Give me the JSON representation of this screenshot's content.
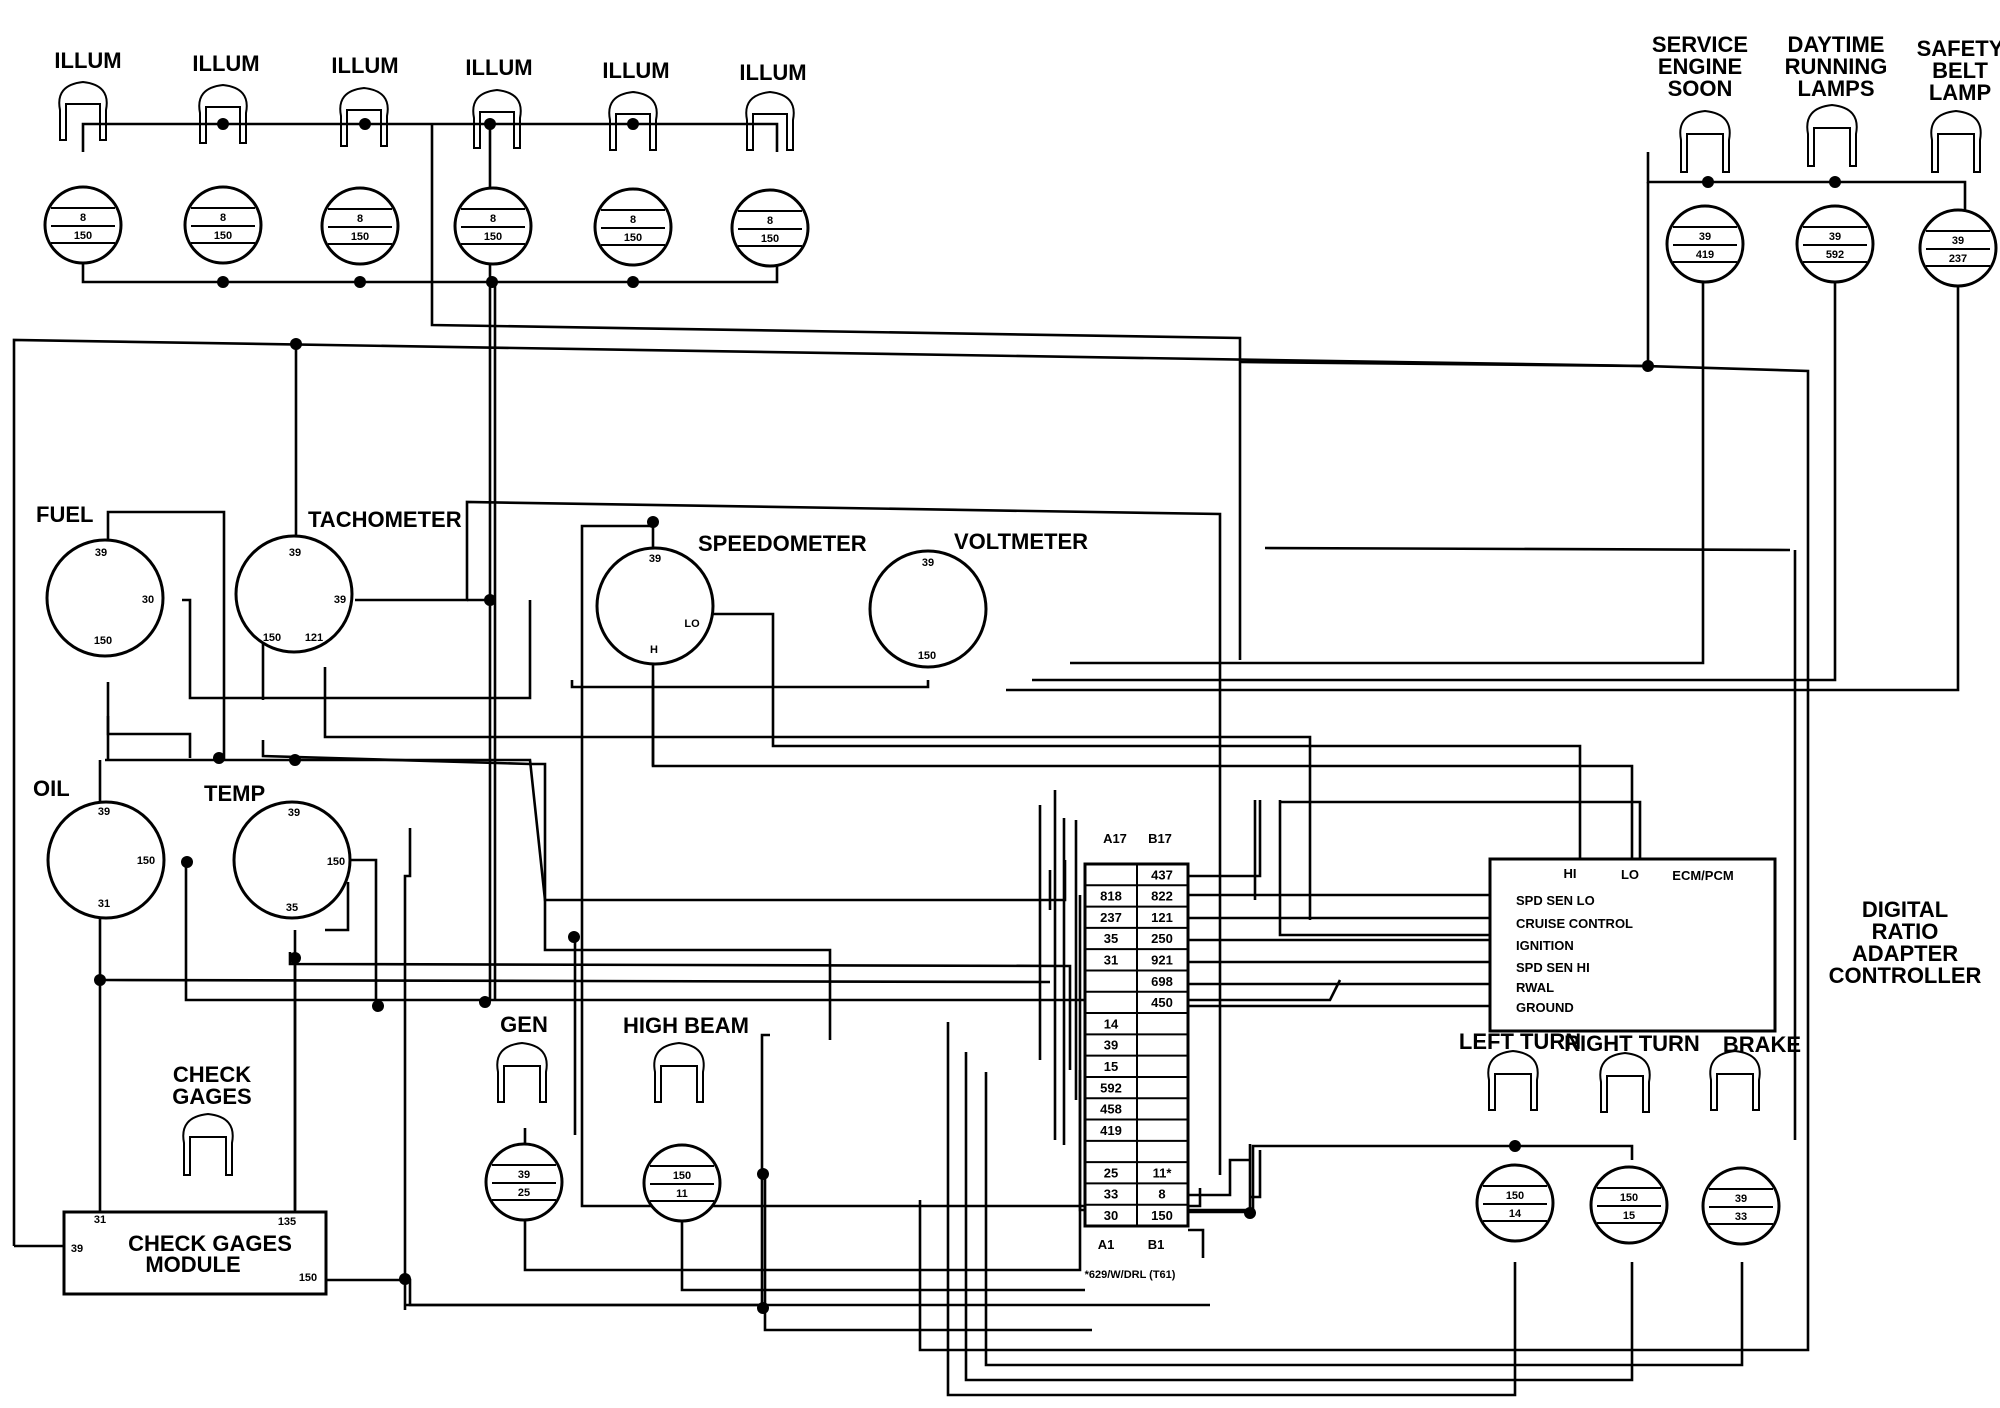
{
  "illum_lamps": [
    {
      "label": "ILLUM",
      "top": "8",
      "bottom": "150"
    },
    {
      "label": "ILLUM",
      "top": "8",
      "bottom": "150"
    },
    {
      "label": "ILLUM",
      "top": "8",
      "bottom": "150"
    },
    {
      "label": "ILLUM",
      "top": "8",
      "bottom": "150"
    },
    {
      "label": "ILLUM",
      "top": "8",
      "bottom": "150"
    },
    {
      "label": "ILLUM",
      "top": "8",
      "bottom": "150"
    }
  ],
  "top_right_lamps": [
    {
      "label_lines": [
        "SERVICE",
        "ENGINE",
        "SOON"
      ],
      "top": "39",
      "bottom": "419"
    },
    {
      "label_lines": [
        "DAYTIME",
        "RUNNING",
        "LAMPS"
      ],
      "top": "39",
      "bottom": "592"
    },
    {
      "label_lines": [
        "SAFETY",
        "BELT",
        "LAMP"
      ],
      "top": "39",
      "bottom": "237"
    }
  ],
  "gauges": {
    "fuel": {
      "label": "FUEL",
      "pins": [
        "39",
        "30",
        "150"
      ]
    },
    "tachometer": {
      "label": "TACHOMETER",
      "pins": [
        "39",
        "39",
        "150",
        "121"
      ]
    },
    "speedometer": {
      "label": "SPEEDOMETER",
      "pins": [
        "39",
        "LO",
        "H"
      ]
    },
    "voltmeter": {
      "label": "VOLTMETER",
      "pins": [
        "39",
        "150"
      ]
    },
    "oil": {
      "label": "OIL",
      "pins": [
        "39",
        "150",
        "31"
      ]
    },
    "temp": {
      "label": "TEMP",
      "pins": [
        "39",
        "150",
        "35"
      ]
    }
  },
  "lamps_mid": {
    "gen": {
      "label": "GEN",
      "top": "39",
      "bottom": "25"
    },
    "high_beam": {
      "label": "HIGH BEAM",
      "top": "150",
      "bottom": "11"
    },
    "check_gages": {
      "label_lines": [
        "CHECK",
        "GAGES"
      ]
    }
  },
  "lamps_bottom_right": [
    {
      "label": "LEFT TURN",
      "top": "150",
      "bottom": "14"
    },
    {
      "label": "RIGHT TURN",
      "top": "150",
      "bottom": "15"
    },
    {
      "label": "BRAKE",
      "top": "39",
      "bottom": "33"
    }
  ],
  "check_gages_module": {
    "title_lines": [
      "CHECK GAGES",
      "MODULE"
    ],
    "pins": [
      "31",
      "135",
      "39",
      "150"
    ]
  },
  "connector": {
    "col_a_header": "A17",
    "col_b_header": "B17",
    "col_a_footer": "A1",
    "col_b_footer": "B1",
    "note": "*629/W/DRL (T61)",
    "col_a": [
      "",
      "818",
      "237",
      "35",
      "31",
      "",
      "",
      "14",
      "39",
      "15",
      "592",
      "458",
      "419",
      "",
      "25",
      "33",
      "30"
    ],
    "col_b": [
      "437",
      "822",
      "121",
      "250",
      "921",
      "698",
      "450",
      "",
      "",
      "",
      "",
      "",
      "",
      "",
      "11*",
      "8",
      "150"
    ]
  },
  "controller": {
    "label_lines": [
      "DIGITAL",
      "RATIO",
      "ADAPTER",
      "CONTROLLER"
    ],
    "top_labels": [
      "HI",
      "LO",
      "ECM/PCM"
    ],
    "rows": [
      "SPD SEN LO",
      "CRUISE CONTROL",
      "IGNITION",
      "SPD SEN HI",
      "RWAL",
      "GROUND"
    ]
  }
}
